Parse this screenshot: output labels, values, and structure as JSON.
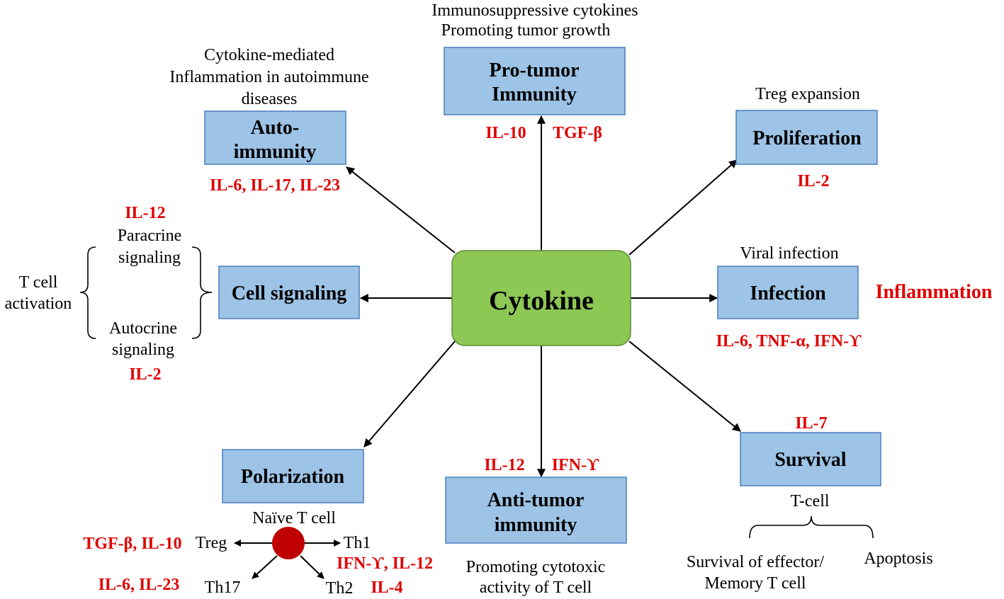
{
  "colors": {
    "box_fill": "#9DC3E6",
    "center_fill": "#8DC855",
    "cytokine_text": "#E00000",
    "naive_cell": "#C00000"
  },
  "center": {
    "label": "Cytokine"
  },
  "pro_tumor": {
    "caption": [
      "Immunosuppressive cytokines",
      "Promoting tumor growth"
    ],
    "label": [
      "Pro-tumor",
      "Immunity"
    ],
    "cytokines": [
      "IL-10",
      "TGF-β"
    ]
  },
  "autoimmunity": {
    "caption": [
      "Cytokine-mediated",
      "Inflammation in autoimmune",
      "diseases"
    ],
    "label": [
      "Auto-",
      "immunity"
    ],
    "cytokines": "IL-6, IL-17, IL-23"
  },
  "proliferation": {
    "caption": "Treg expansion",
    "label": "Proliferation",
    "cytokines": "IL-2"
  },
  "cell_signaling": {
    "label": "Cell signaling",
    "outcome": [
      "T cell",
      "activation"
    ],
    "paracrine": {
      "cytokine": "IL-12",
      "label": [
        "Paracrine",
        "signaling"
      ]
    },
    "autocrine": {
      "label": [
        "Autocrine",
        "signaling"
      ],
      "cytokine": "IL-2"
    }
  },
  "infection": {
    "caption": "Viral infection",
    "label": "Infection",
    "cytokines": "IL-6, TNF-α, IFN-ϒ",
    "side_label": "Inflammation"
  },
  "polarization": {
    "label": "Polarization",
    "cell": "Naïve T cell",
    "subsets": {
      "treg": {
        "name": "Treg",
        "cytokines": "TGF-β, IL-10"
      },
      "th1": {
        "name": "Th1",
        "cytokines": "IFN-ϒ, IL-12"
      },
      "th17": {
        "name": "Th17",
        "cytokines": "IL-6, IL-23"
      },
      "th2": {
        "name": "Th2",
        "cytokines": "IL-4"
      }
    }
  },
  "anti_tumor": {
    "cytokines": [
      "IL-12",
      "IFN-ϒ"
    ],
    "label": [
      "Anti-tumor",
      "immunity"
    ],
    "caption": [
      "Promoting cytotoxic",
      "activity of T cell"
    ]
  },
  "survival": {
    "cytokines": "IL-7",
    "label": "Survival",
    "cell": "T-cell",
    "outcomes": {
      "survival": [
        "Survival of effector/",
        "Memory T cell"
      ],
      "apoptosis": "Apoptosis"
    }
  }
}
